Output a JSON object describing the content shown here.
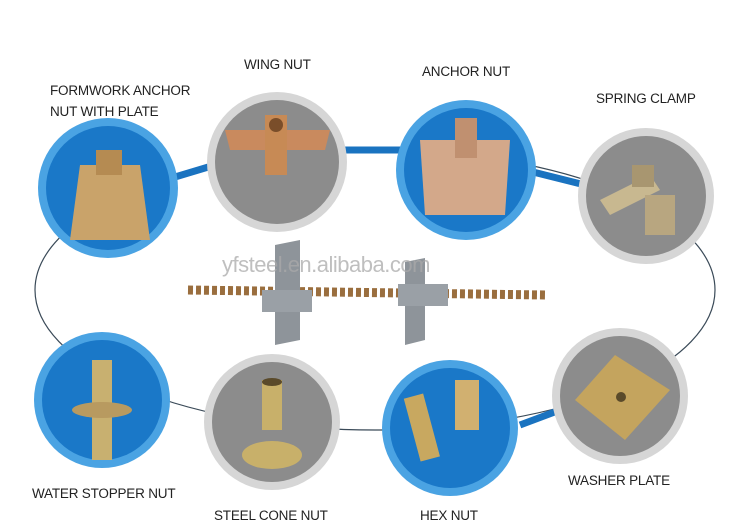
{
  "labels": {
    "formwork_anchor_1": "FORMWORK ANCHOR",
    "formwork_anchor_2": "NUT WITH PLATE",
    "wing_nut": "WING NUT",
    "anchor_nut": "ANCHOR NUT",
    "spring_clamp": "SPRING CLAMP",
    "water_stopper_nut": "WATER STOPPER NUT",
    "steel_cone_nut": "STEEL CONE NUT",
    "hex_nut": "HEX NUT",
    "washer_plate": "WASHER PLATE"
  },
  "watermark": "yfsteel.en.alibaba.com",
  "colors": {
    "blue": "#1a78c8",
    "ring_blue": "#4aa3e3",
    "gray": "#8c8c8c",
    "ring_gray": "#d6d6d6",
    "bronze": "#c9a36a",
    "connector": "#1a73c0"
  }
}
